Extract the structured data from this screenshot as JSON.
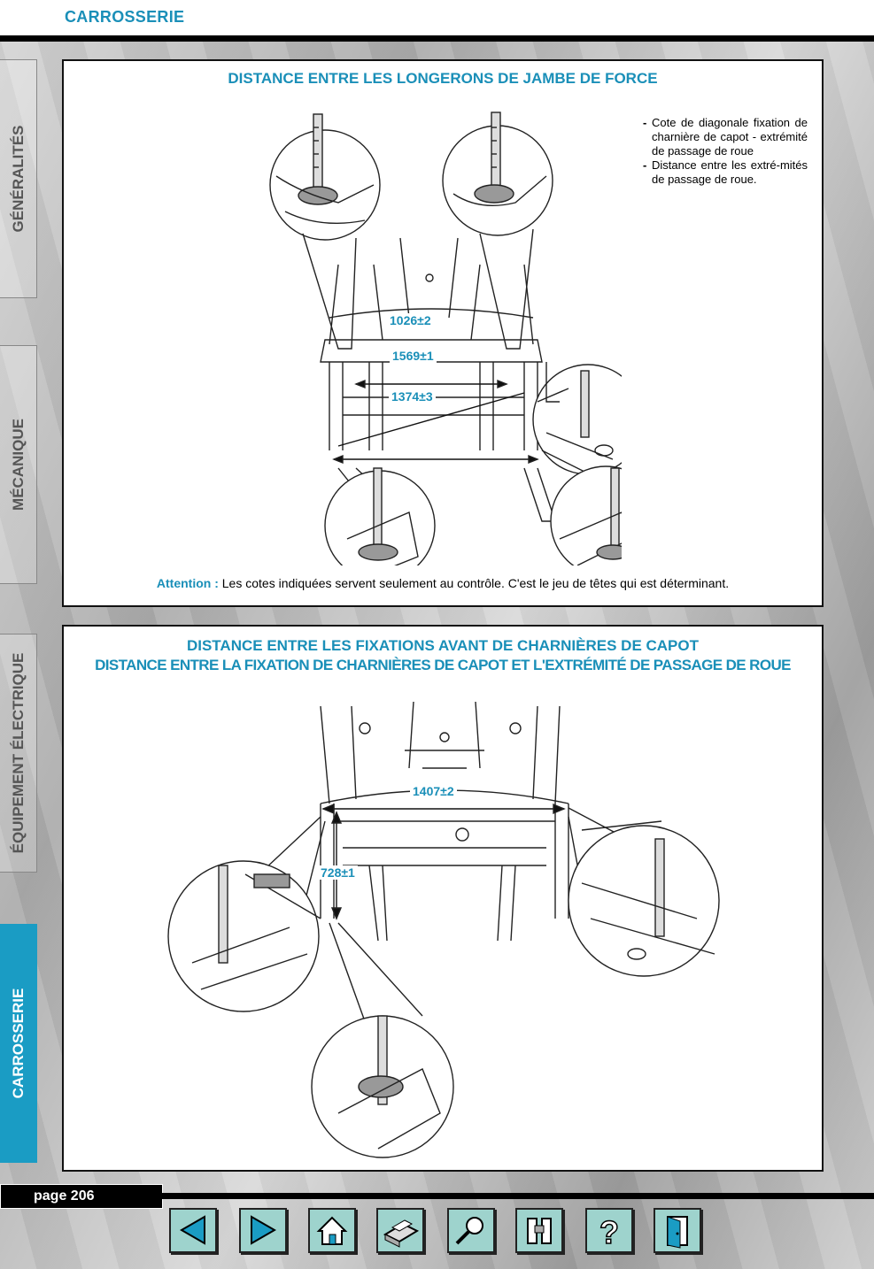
{
  "header": {
    "section_title": "CARROSSERIE"
  },
  "side_tabs": [
    {
      "label": "GÉNÉRALITÉS",
      "active": false
    },
    {
      "label": "MÉCANIQUE",
      "active": false
    },
    {
      "label": "ÉQUIPEMENT ÉLECTRIQUE",
      "active": false
    },
    {
      "label": "CARROSSERIE",
      "active": true
    }
  ],
  "panel1": {
    "title": "DISTANCE ENTRE LES LONGERONS DE JAMBE DE FORCE",
    "notes": [
      "Cote de diagonale fixation de charnière de capot - extrémité de passage de roue",
      "Distance entre les extré-mités de passage de roue."
    ],
    "dimensions": [
      "1026±2",
      "1569±1",
      "1374±3"
    ],
    "attention_label": "Attention :",
    "attention_text": "Les cotes indiquées servent seulement au contrôle. C'est le jeu de têtes qui est déterminant."
  },
  "panel2": {
    "title_line1": "DISTANCE ENTRE LES FIXATIONS AVANT DE CHARNIÈRES DE CAPOT",
    "title_line2": "DISTANCE ENTRE LA FIXATION DE CHARNIÈRES DE CAPOT ET L'EXTRÉMITÉ DE PASSAGE DE ROUE",
    "dimensions": [
      "1407±2",
      "728±1"
    ]
  },
  "footer": {
    "page_label": "page 206"
  },
  "nav_buttons": [
    "previous-icon",
    "next-icon",
    "home-icon",
    "print-icon",
    "search-icon",
    "binoculars-icon",
    "help-icon",
    "exit-icon"
  ],
  "colors": {
    "accent": "#1a8fb8",
    "active_tab": "#1a9cc4",
    "nav_button": "#9ed3cd"
  }
}
